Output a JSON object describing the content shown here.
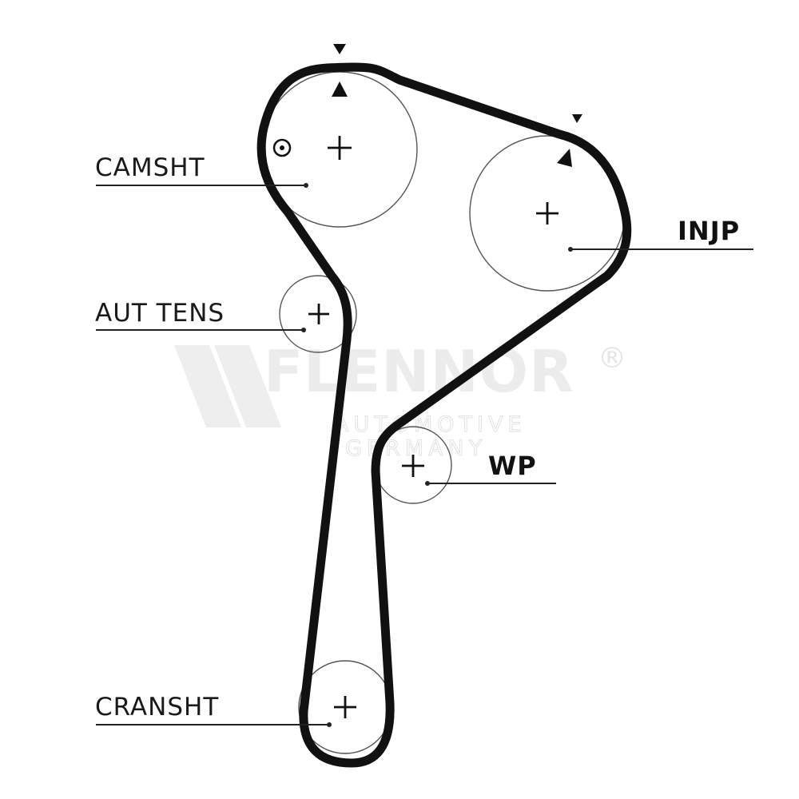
{
  "labels": {
    "camshaft": "CAMSHT",
    "tensioner": "AUT TENS",
    "injection_pump": "INJP",
    "water_pump": "WP",
    "crankshaft": "CRANSHT"
  },
  "watermark": {
    "brand": "FLENNOR",
    "registered": "®",
    "line1": "AUTOMOTIVE",
    "line2": "GERMANY"
  },
  "colors": {
    "belt": "#111111",
    "pulley_outline": "#555555",
    "watermark": "#ececec"
  }
}
